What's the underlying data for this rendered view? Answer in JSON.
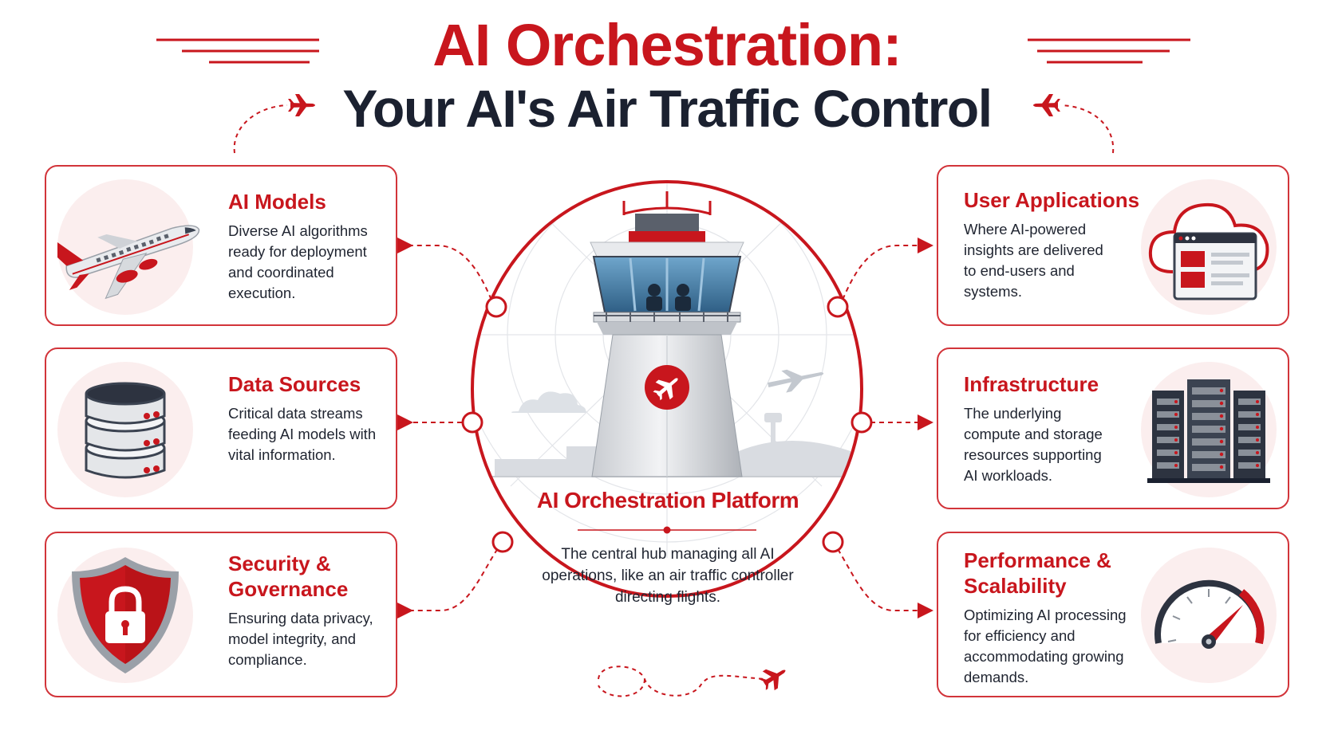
{
  "title": {
    "line1": "AI Orchestration:",
    "line2": "Your AI's Air Traffic Control"
  },
  "center": {
    "title": "AI Orchestration Platform",
    "description": "The central hub managing all AI operations, like an air traffic controller directing flights."
  },
  "cards": {
    "ai_models": {
      "title": "AI Models",
      "description": "Diverse AI algorithms ready for deployment and coordinated execution.",
      "icon": "airplane-icon"
    },
    "data_sources": {
      "title": "Data Sources",
      "description": "Critical data streams feeding AI models with vital information.",
      "icon": "database-icon"
    },
    "security": {
      "title": "Security & Governance",
      "description": "Ensuring data privacy, model integrity, and compliance.",
      "icon": "shield-lock-icon"
    },
    "user_apps": {
      "title": "User Applications",
      "description": "Where AI-powered insights are delivered to end-users and systems.",
      "icon": "cloud-app-icon"
    },
    "infrastructure": {
      "title": "Infrastructure",
      "description": "The underlying compute and storage resources supporting AI workloads.",
      "icon": "server-rack-icon"
    },
    "performance": {
      "title": "Performance & Scalability",
      "description": "Optimizing AI processing for efficiency and accommodating growing demands.",
      "icon": "speedometer-icon"
    }
  },
  "colors": {
    "accent": "#c8161d",
    "dark": "#1b2130",
    "border": "#d2343a",
    "icon_bg": "#fbeeee"
  }
}
